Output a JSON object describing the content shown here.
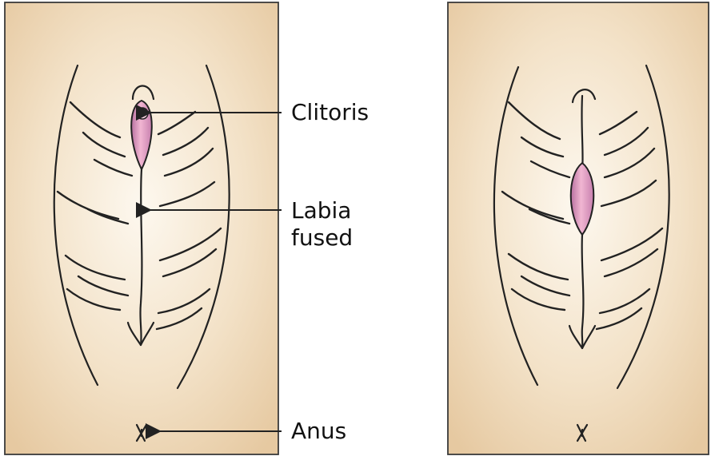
{
  "labels": {
    "clitoris": "Clitoris",
    "labia_line1": "Labia",
    "labia_line2": "fused",
    "anus": "Anus"
  },
  "colors": {
    "skin_center": "#fdf8ef",
    "skin_edge": "#e6c9a1",
    "panel_border": "#3a3a3a",
    "pink_fill": "#e59ac0",
    "pink_light": "#f5c7dc",
    "outline": "#222222"
  }
}
